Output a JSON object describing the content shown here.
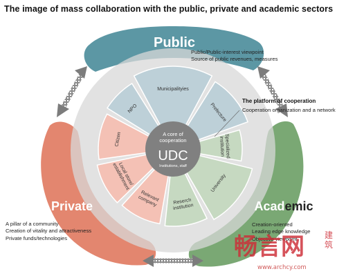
{
  "title": "The image of mass collaboration with the public, private and academic sectors",
  "sectors": {
    "public": {
      "name": "Public",
      "notes": [
        "Public/Public-interest viewpoint",
        "Source of public revenues, measures"
      ],
      "color": "#5c97a4"
    },
    "private": {
      "name": "Private",
      "notes": [
        "A pillar of a community",
        "Creation of vitality and attractiveness",
        "Private funds/technologies"
      ],
      "color": "#e3866f"
    },
    "academic": {
      "name": "Academic",
      "notes": [
        "Creation-oriented",
        "Leading edge knowledge",
        "Objective viewpoint"
      ],
      "color": "#7aa874"
    }
  },
  "platform": {
    "title": "The platform of cooperation",
    "description": "Cooperation organization and a network"
  },
  "core": {
    "caption": "A core of cooperation",
    "name": "UDC",
    "sub": "Institutions, staff"
  },
  "petals": [
    {
      "label": "Municipalityies",
      "group": "public"
    },
    {
      "label": "Prefecture",
      "group": "public"
    },
    {
      "label": "Specialized institution",
      "group": "academic"
    },
    {
      "label": "University",
      "group": "academic"
    },
    {
      "label": "Reserch institution",
      "group": "academic"
    },
    {
      "label": "Relevant company",
      "group": "private"
    },
    {
      "label": "Local store/ establishment",
      "group": "private"
    },
    {
      "label": "Citizen",
      "group": "private"
    },
    {
      "label": "NPO",
      "group": "public"
    }
  ],
  "colors": {
    "public_petal": "#bdd0d8",
    "private_petal": "#f4c1b5",
    "academic_petal": "#c6d9c1",
    "core": "#808080",
    "ring": "#d8d8d8",
    "arrow": "#7c7c7c"
  },
  "watermark": {
    "brand": "畅言网",
    "side": "建筑",
    "url": "www.archcy.com"
  }
}
